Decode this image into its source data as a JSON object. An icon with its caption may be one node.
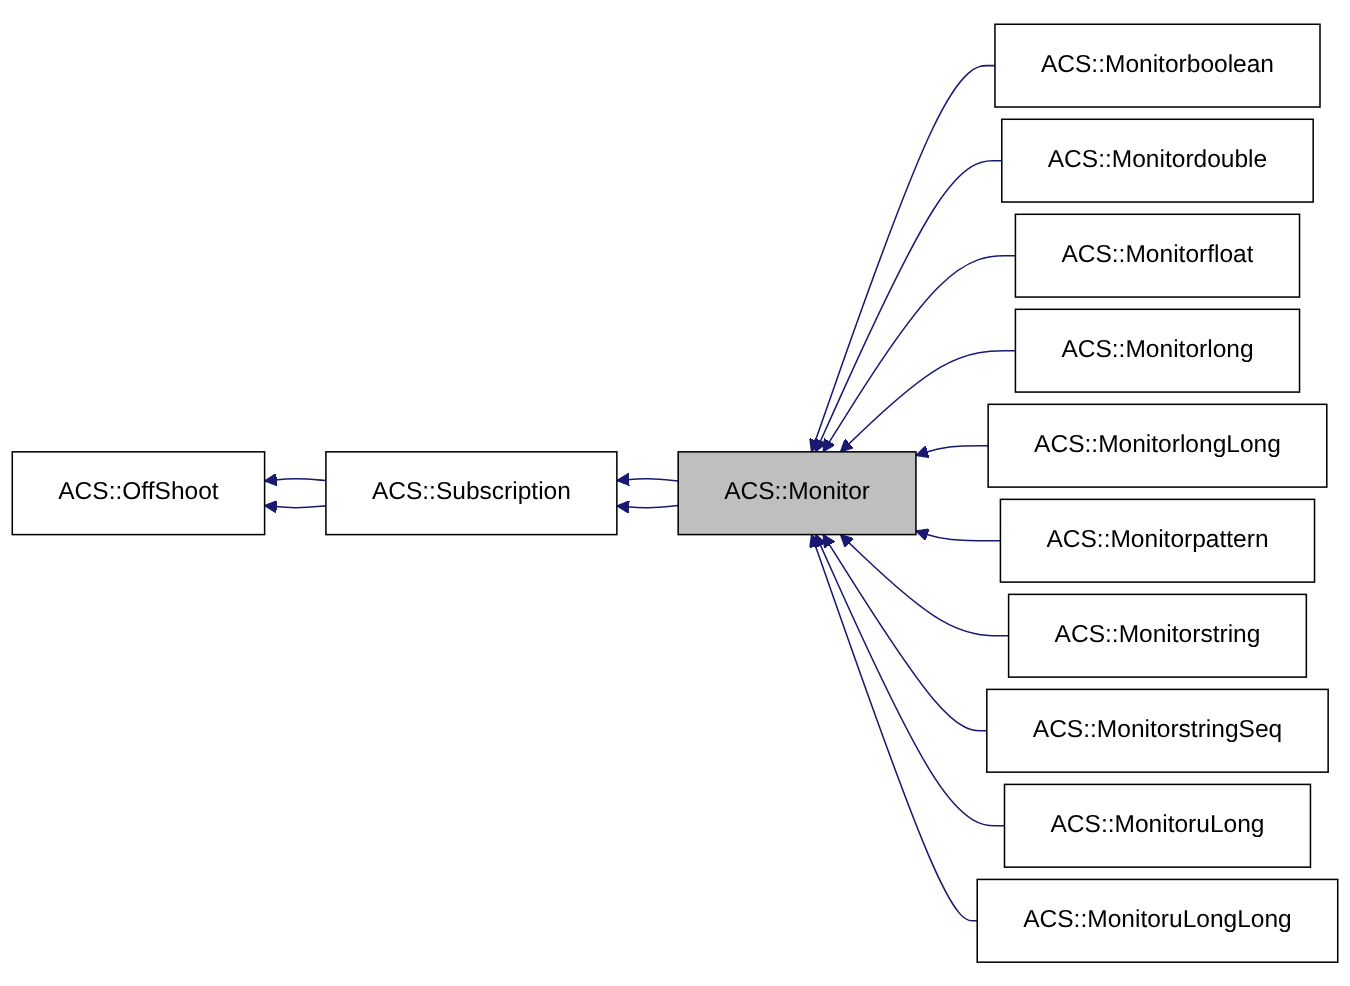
{
  "diagram": {
    "nodes": [
      {
        "text": [
          "ACS::OffShoot"
        ]
      },
      {
        "text": [
          "ACS::Subscription"
        ]
      },
      {
        "text": [
          "ACS::Monitor"
        ]
      },
      {
        "text": [
          "ACS::Monitorboolean"
        ]
      },
      {
        "text": [
          "ACS::Monitordouble"
        ]
      },
      {
        "text": [
          "ACS::Monitorfloat"
        ]
      },
      {
        "text": [
          "ACS::Monitorlong"
        ]
      },
      {
        "text": [
          "ACS::MonitorlongLong"
        ]
      },
      {
        "text": [
          "ACS::Monitorpattern"
        ]
      },
      {
        "text": [
          "ACS::Monitorstring"
        ]
      },
      {
        "text": [
          "ACS::MonitorstringSeq"
        ]
      },
      {
        "text": [
          "ACS::MonitoruLong"
        ]
      },
      {
        "text": [
          "ACS::MonitoruLongLong"
        ]
      }
    ],
    "edges": [
      {
        "from": 1,
        "to": 0,
        "arrow": "to"
      },
      {
        "from": 1,
        "to": 0,
        "arrow": "to"
      },
      {
        "from": 2,
        "to": 1,
        "arrow": "to"
      },
      {
        "from": 2,
        "to": 1,
        "arrow": "to"
      },
      {
        "from": 3,
        "to": 2,
        "arrow": "to"
      },
      {
        "from": 4,
        "to": 2,
        "arrow": "to"
      },
      {
        "from": 5,
        "to": 2,
        "arrow": "to"
      },
      {
        "from": 6,
        "to": 2,
        "arrow": "to"
      },
      {
        "from": 7,
        "to": 2,
        "arrow": "to"
      },
      {
        "from": 8,
        "to": 2,
        "arrow": "to"
      },
      {
        "from": 9,
        "to": 2,
        "arrow": "to"
      },
      {
        "from": 10,
        "to": 2,
        "arrow": "to"
      },
      {
        "from": 11,
        "to": 2,
        "arrow": "to"
      },
      {
        "from": 12,
        "to": 2,
        "arrow": "to"
      }
    ]
  }
}
